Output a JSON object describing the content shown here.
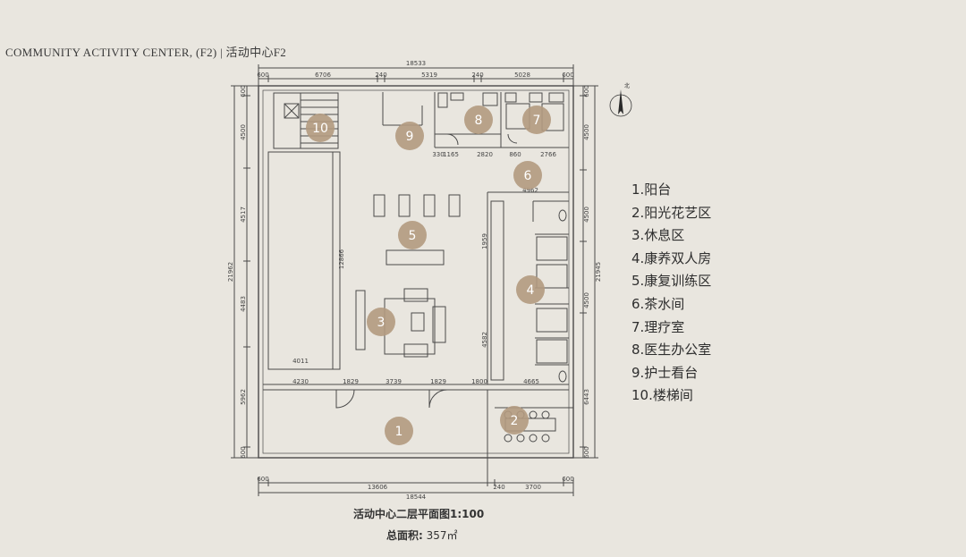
{
  "title": "COMMUNITY ACTIVITY CENTER, (F2)  |  活动中心F2",
  "north_label": "北",
  "dimensions": {
    "top_total": "18533",
    "top_segments": [
      "600",
      "6706",
      "240",
      "5319",
      "240",
      "5028",
      "600"
    ],
    "inner_row": [
      "330",
      "1165",
      "2820",
      "860",
      "2766"
    ],
    "inner_small": "4962",
    "left_total": "21962",
    "left_segments": [
      "600",
      "4500",
      "4517",
      "4483",
      "5962",
      "600"
    ],
    "right_total": "21945",
    "right_segments": [
      "600",
      "4500",
      "4500",
      "4500",
      "6443",
      "600"
    ],
    "corridor_label": "12866",
    "corridor_right_1": "1959",
    "corridor_right_2": "4582",
    "bottom_left": "4011",
    "lower_row": [
      "4230",
      "1829",
      "3739",
      "1829",
      "1800",
      "4665"
    ],
    "bottom_total": "18544",
    "bottom_segments": [
      "600",
      "13606",
      "240",
      "3700",
      "600"
    ]
  },
  "room_numbers": [
    "1",
    "2",
    "3",
    "4",
    "5",
    "6",
    "7",
    "8",
    "9",
    "10"
  ],
  "legend": [
    "1.阳台",
    "2.阳光花艺区",
    "3.休息区",
    "4.康养双人房",
    "5.康复训练区",
    "6.茶水间",
    "7.理疗室",
    "8.医生办公室",
    "9.护士看台",
    "10.楼梯间"
  ],
  "caption": "活动中心二层平面图1:100",
  "area_label": "总面积:",
  "area_value": "357㎡",
  "colors": {
    "background": "#e9e6df",
    "wall": "#4a4a4a",
    "room_marker": "#b29a80",
    "marker_text": "#ffffff"
  }
}
